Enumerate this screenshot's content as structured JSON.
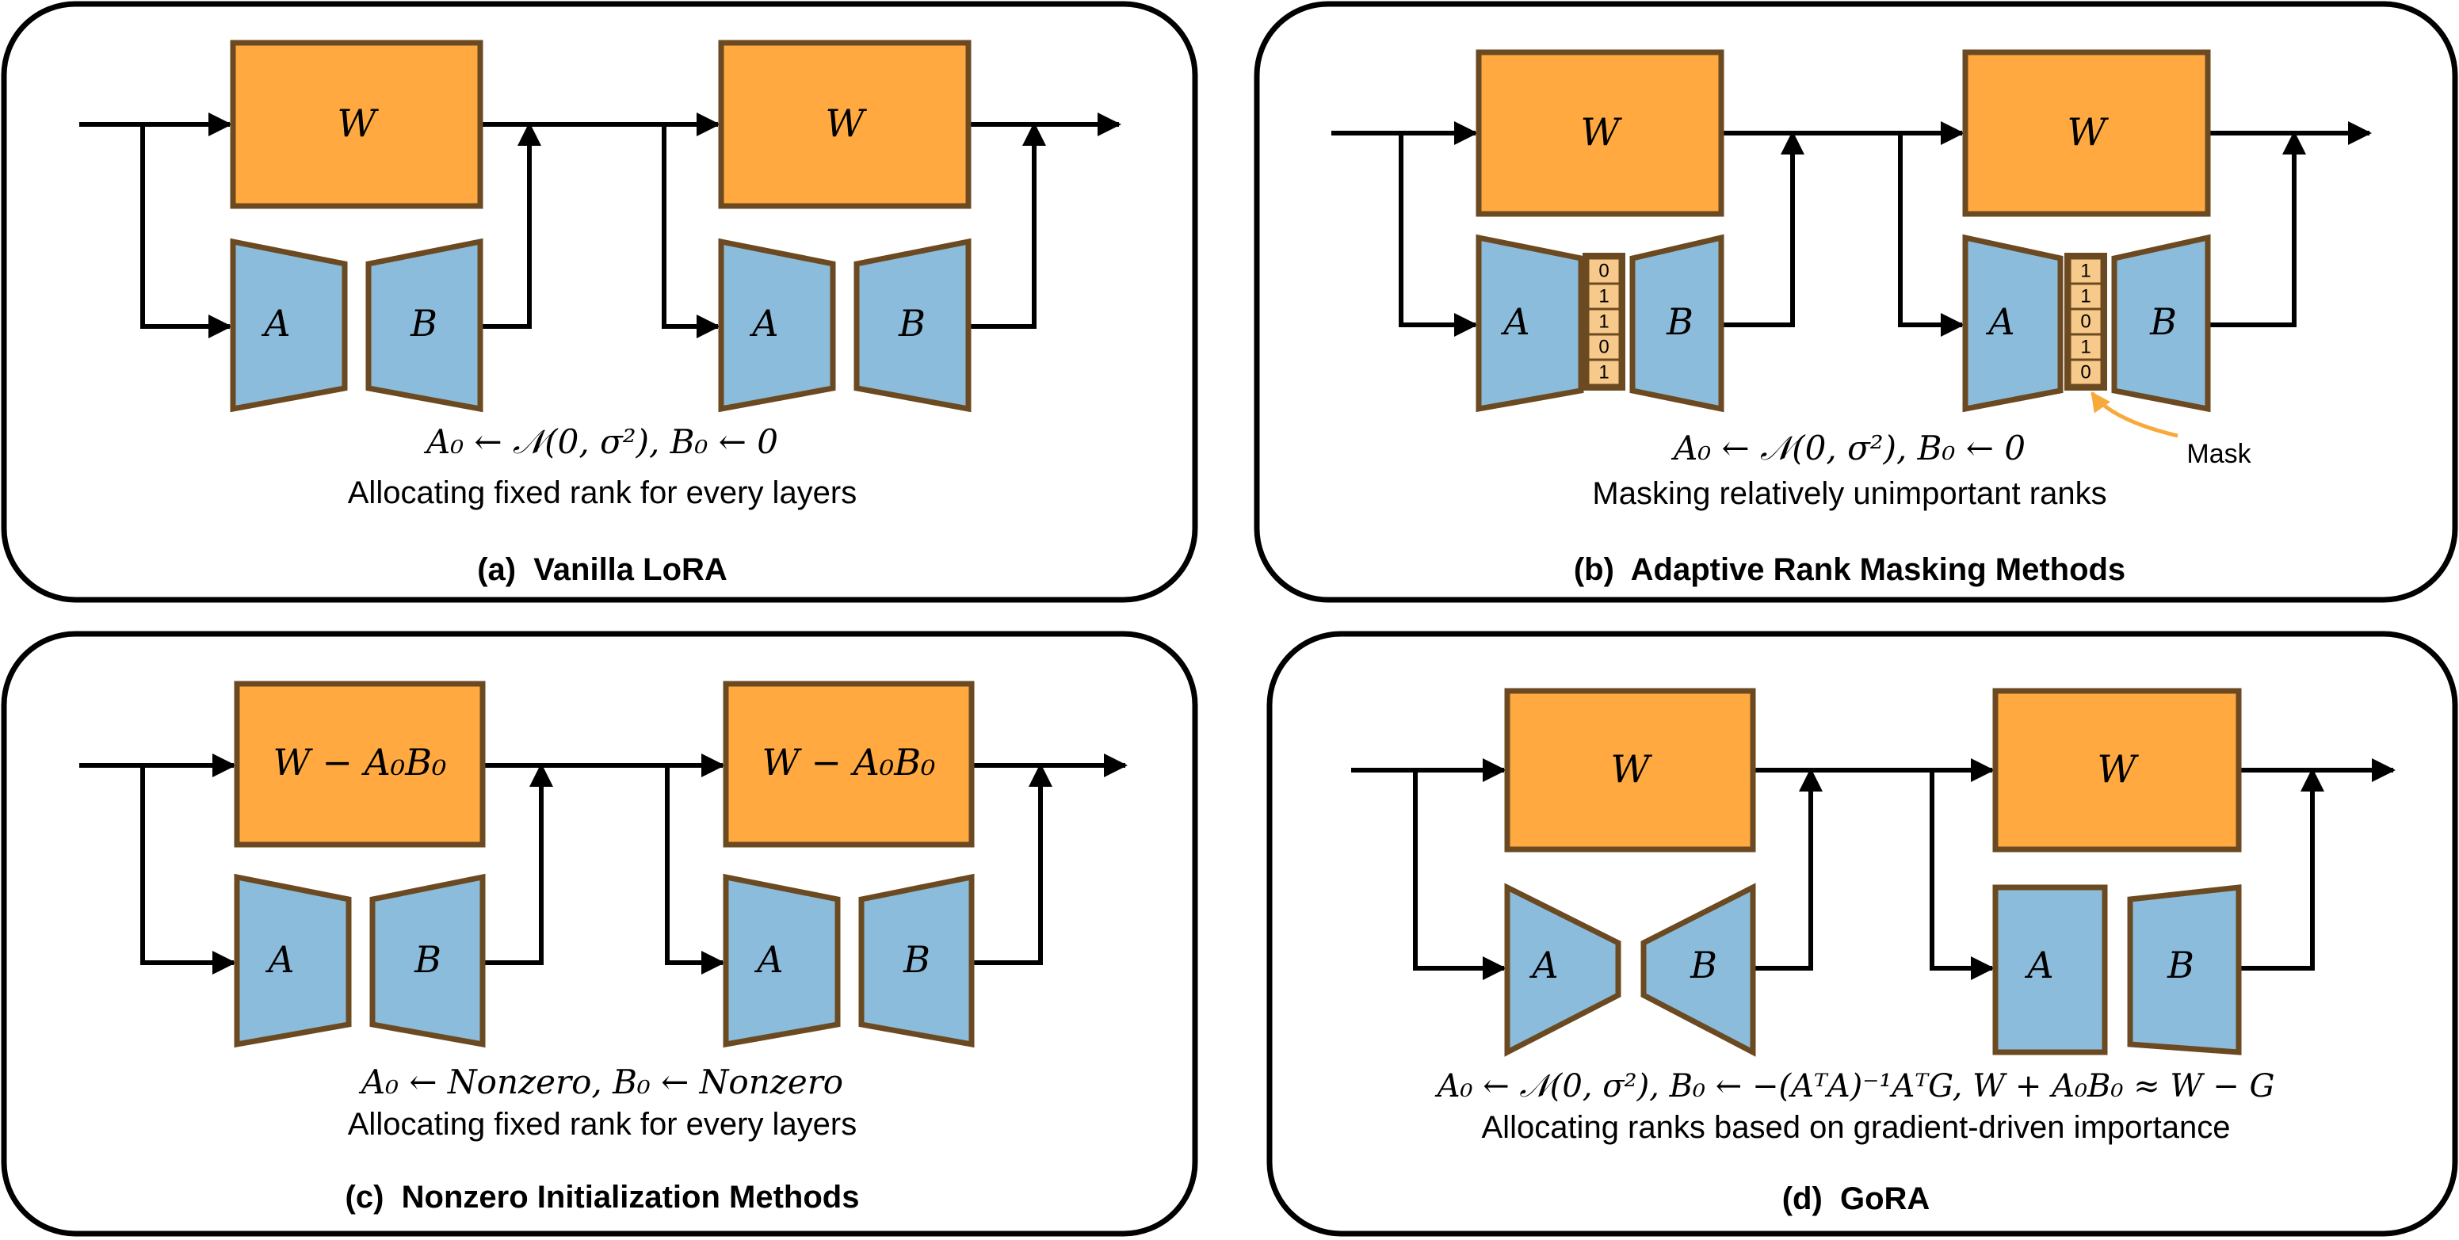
{
  "colors": {
    "weight_fill": "#FFA940",
    "adapter_fill": "#8CBCDB",
    "outline": "#6B4A22",
    "mask_cell": "#F7C98A",
    "mask_arrow": "#F7A93B",
    "line": "#000000",
    "panel_border": "#000000"
  },
  "panels": [
    {
      "id": "a",
      "caption": "(a)  Vanilla LoRA",
      "weight_labels": [
        "W",
        "W"
      ],
      "formula": "A₀ ← 𝒩(0, σ²), B₀ ← 0",
      "description": "Allocating fixed rank for every layers"
    },
    {
      "id": "b",
      "caption": "(b)  Adaptive Rank Masking Methods",
      "weight_labels": [
        "W",
        "W"
      ],
      "formula": "A₀ ← 𝒩(0, σ²), B₀ ← 0",
      "description": "Masking relatively unimportant ranks",
      "masks": [
        [
          "0",
          "1",
          "1",
          "0",
          "1"
        ],
        [
          "1",
          "1",
          "0",
          "1",
          "0"
        ]
      ],
      "mask_label": "Mask"
    },
    {
      "id": "c",
      "caption": "(c)  Nonzero Initialization Methods",
      "weight_labels": [
        "W − A₀B₀",
        "W − A₀B₀"
      ],
      "formula": "A₀ ← Nonzero, B₀ ← Nonzero",
      "description": "Allocating fixed rank for every layers"
    },
    {
      "id": "d",
      "caption": "(d)  GoRA",
      "weight_labels": [
        "W",
        "W"
      ],
      "formula": "A₀ ← 𝒩(0, σ²), B₀ ← −(AᵀA)⁻¹AᵀG, W + A₀B₀ ≈ W − G",
      "description": "Allocating ranks based on gradient-driven importance"
    }
  ],
  "adapter_labels": {
    "a": "A",
    "b": "B"
  }
}
